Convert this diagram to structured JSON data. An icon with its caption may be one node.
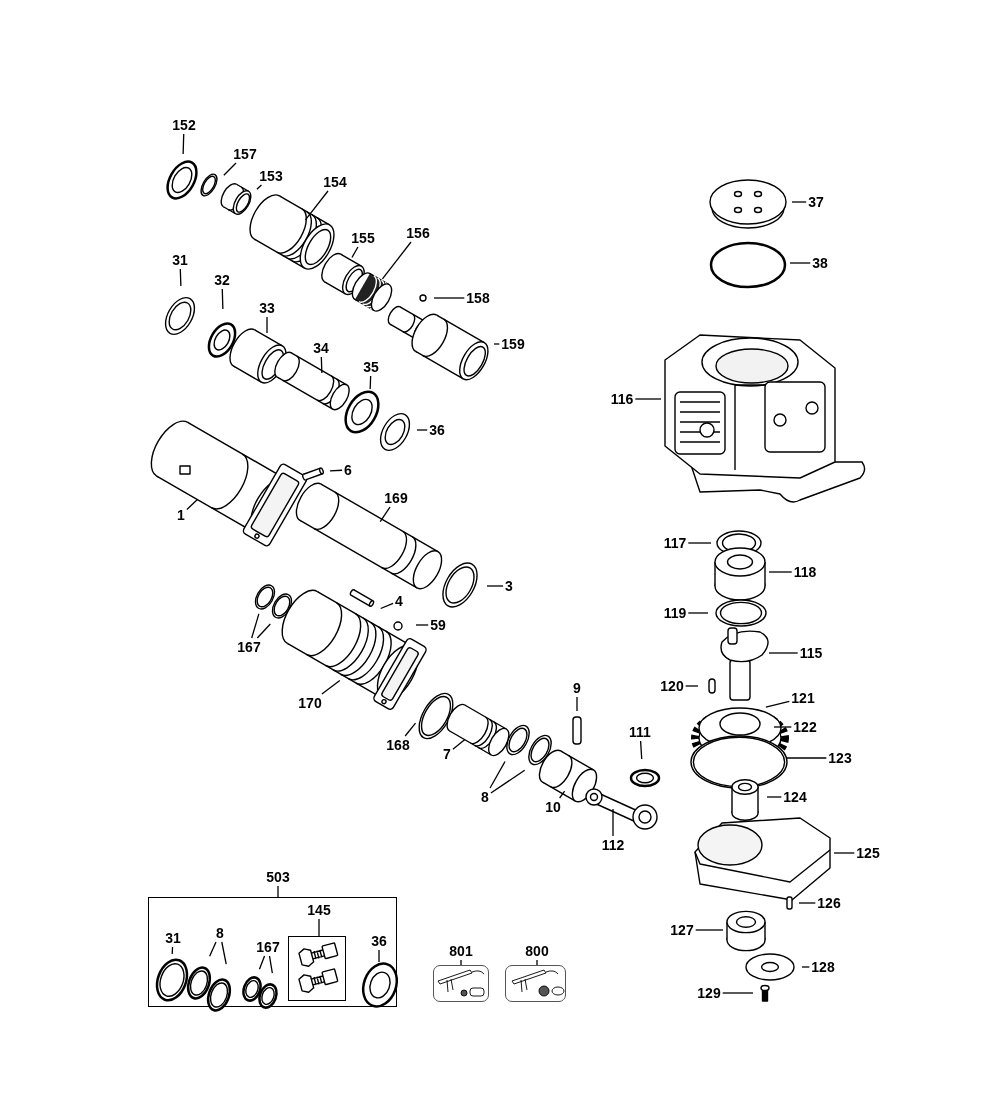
{
  "diagram": {
    "nodes": [
      {
        "text": [
          "152"
        ]
      },
      {
        "text": [
          "157"
        ]
      },
      {
        "text": [
          "153"
        ]
      },
      {
        "text": [
          "154"
        ]
      },
      {
        "text": [
          "155"
        ]
      },
      {
        "text": [
          "156"
        ]
      },
      {
        "text": [
          "158"
        ]
      },
      {
        "text": [
          "159"
        ]
      },
      {
        "text": [
          "31"
        ]
      },
      {
        "text": [
          "32"
        ]
      },
      {
        "text": [
          "33"
        ]
      },
      {
        "text": [
          "34"
        ]
      },
      {
        "text": [
          "35"
        ]
      },
      {
        "text": [
          "36"
        ]
      },
      {
        "text": [
          "1"
        ]
      },
      {
        "text": [
          "6"
        ]
      },
      {
        "text": [
          "169"
        ]
      },
      {
        "text": [
          "3"
        ]
      },
      {
        "text": [
          "4"
        ]
      },
      {
        "text": [
          "59"
        ]
      },
      {
        "text": [
          "167"
        ]
      },
      {
        "text": [
          "170"
        ]
      },
      {
        "text": [
          "168"
        ]
      },
      {
        "text": [
          "7"
        ]
      },
      {
        "text": [
          "9"
        ]
      },
      {
        "text": [
          "111"
        ]
      },
      {
        "text": [
          "8"
        ]
      },
      {
        "text": [
          "10"
        ]
      },
      {
        "text": [
          "112"
        ]
      },
      {
        "text": [
          "37"
        ]
      },
      {
        "text": [
          "38"
        ]
      },
      {
        "text": [
          "116"
        ]
      },
      {
        "text": [
          "117"
        ]
      },
      {
        "text": [
          "118"
        ]
      },
      {
        "text": [
          "119"
        ]
      },
      {
        "text": [
          "115"
        ]
      },
      {
        "text": [
          "120"
        ]
      },
      {
        "text": [
          "121"
        ]
      },
      {
        "text": [
          "122"
        ]
      },
      {
        "text": [
          "123"
        ]
      },
      {
        "text": [
          "124"
        ]
      },
      {
        "text": [
          "125"
        ]
      },
      {
        "text": [
          "126"
        ]
      },
      {
        "text": [
          "127"
        ]
      },
      {
        "text": [
          "128"
        ]
      },
      {
        "text": [
          "129"
        ]
      },
      {
        "text": [
          "503"
        ]
      },
      {
        "text": [],
        "shape": "box"
      },
      {
        "text": [
          "31"
        ],
        "in": 47
      },
      {
        "text": [
          "8"
        ],
        "in": 47
      },
      {
        "text": [
          "167"
        ],
        "in": 47
      },
      {
        "text": [
          "145"
        ],
        "in": 47
      },
      {
        "text": [],
        "shape": "box",
        "in": 47
      },
      {
        "text": [
          "36"
        ],
        "in": 47
      },
      {
        "text": [
          "801"
        ]
      },
      {
        "text": [],
        "shape": "box"
      },
      {
        "text": [
          "800"
        ]
      },
      {
        "text": [],
        "shape": "box"
      }
    ],
    "edges": [
      {
        "from": 0,
        "to": null,
        "arrow": "none"
      },
      {
        "from": 1,
        "to": null,
        "arrow": "none"
      },
      {
        "from": 2,
        "to": null,
        "arrow": "none"
      },
      {
        "from": 3,
        "to": null,
        "arrow": "none"
      },
      {
        "from": 4,
        "to": null,
        "arrow": "none"
      },
      {
        "from": 5,
        "to": null,
        "arrow": "none"
      },
      {
        "from": 6,
        "to": null,
        "arrow": "none"
      },
      {
        "from": 7,
        "to": null,
        "arrow": "none"
      },
      {
        "from": 8,
        "to": null,
        "arrow": "none"
      },
      {
        "from": 9,
        "to": null,
        "arrow": "none"
      },
      {
        "from": 10,
        "to": null,
        "arrow": "none"
      },
      {
        "from": 11,
        "to": null,
        "arrow": "none"
      },
      {
        "from": 12,
        "to": null,
        "arrow": "none"
      },
      {
        "from": 13,
        "to": null,
        "arrow": "none"
      },
      {
        "from": 14,
        "to": null,
        "arrow": "none"
      },
      {
        "from": 15,
        "to": null,
        "arrow": "none"
      },
      {
        "from": 16,
        "to": null,
        "arrow": "none"
      },
      {
        "from": 17,
        "to": null,
        "arrow": "none"
      },
      {
        "from": 18,
        "to": null,
        "arrow": "none"
      },
      {
        "from": 19,
        "to": null,
        "arrow": "none"
      },
      {
        "from": 20,
        "to": null,
        "arrow": "none"
      },
      {
        "from": 20,
        "to": null,
        "arrow": "none"
      },
      {
        "from": 21,
        "to": null,
        "arrow": "none"
      },
      {
        "from": 22,
        "to": null,
        "arrow": "none"
      },
      {
        "from": 23,
        "to": null,
        "arrow": "none"
      },
      {
        "from": 24,
        "to": null,
        "arrow": "none"
      },
      {
        "from": 25,
        "to": null,
        "arrow": "none"
      },
      {
        "from": 26,
        "to": null,
        "arrow": "none"
      },
      {
        "from": 26,
        "to": null,
        "arrow": "none"
      },
      {
        "from": 27,
        "to": null,
        "arrow": "none"
      },
      {
        "from": 28,
        "to": null,
        "arrow": "none"
      },
      {
        "from": 29,
        "to": null,
        "arrow": "none"
      },
      {
        "from": 30,
        "to": null,
        "arrow": "none"
      },
      {
        "from": 31,
        "to": null,
        "arrow": "none"
      },
      {
        "from": 32,
        "to": null,
        "arrow": "none"
      },
      {
        "from": 33,
        "to": null,
        "arrow": "none"
      },
      {
        "from": 34,
        "to": null,
        "arrow": "none"
      },
      {
        "from": 35,
        "to": null,
        "arrow": "none"
      },
      {
        "from": 36,
        "to": null,
        "arrow": "none"
      },
      {
        "from": 37,
        "to": null,
        "arrow": "none"
      },
      {
        "from": 38,
        "to": null,
        "arrow": "none"
      },
      {
        "from": 39,
        "to": null,
        "arrow": "none"
      },
      {
        "from": 40,
        "to": null,
        "arrow": "none"
      },
      {
        "from": 41,
        "to": null,
        "arrow": "none"
      },
      {
        "from": 42,
        "to": null,
        "arrow": "none"
      },
      {
        "from": 43,
        "to": null,
        "arrow": "none"
      },
      {
        "from": 44,
        "to": null,
        "arrow": "none"
      },
      {
        "from": 45,
        "to": null,
        "arrow": "none"
      },
      {
        "from": 46,
        "to": 47,
        "arrow": "none"
      },
      {
        "from": 48,
        "to": null,
        "arrow": "none"
      },
      {
        "from": 49,
        "to": null,
        "arrow": "none"
      },
      {
        "from": 49,
        "to": null,
        "arrow": "none"
      },
      {
        "from": 50,
        "to": null,
        "arrow": "none"
      },
      {
        "from": 50,
        "to": null,
        "arrow": "none"
      },
      {
        "from": 51,
        "to": 52,
        "arrow": "none"
      },
      {
        "from": 53,
        "to": null,
        "arrow": "none"
      },
      {
        "from": 54,
        "to": 55,
        "arrow": "none"
      },
      {
        "from": 56,
        "to": 57,
        "arrow": "none"
      }
    ]
  }
}
